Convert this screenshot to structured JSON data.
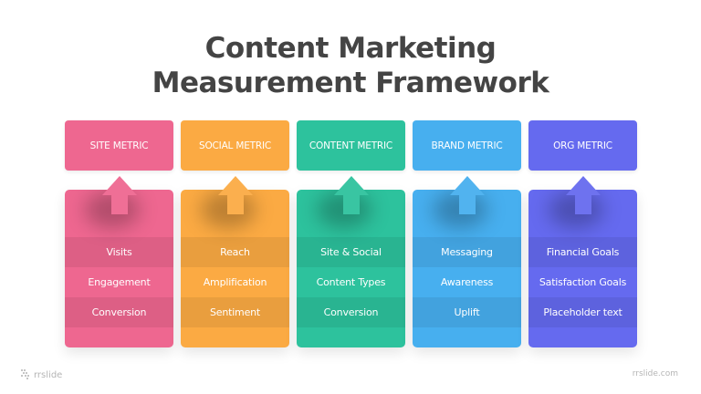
{
  "title": {
    "line1": "Content Marketing",
    "line2": "Measurement Framework"
  },
  "columns": [
    {
      "heading": "SITE METRIC",
      "color": "#EE6790",
      "items": [
        "Visits",
        "Engagement",
        "Conversion"
      ]
    },
    {
      "heading": "SOCIAL METRIC",
      "color": "#FBAA43",
      "items": [
        "Reach",
        "Amplification",
        "Sentiment"
      ]
    },
    {
      "heading": "CONTENT METRIC",
      "color": "#2DC29D",
      "items": [
        "Site & Social",
        "Content Types",
        "Conversion"
      ]
    },
    {
      "heading": "BRAND METRIC",
      "color": "#47AFEF",
      "items": [
        "Messaging",
        "Awareness",
        "Uplift"
      ]
    },
    {
      "heading": "ORG METRIC",
      "color": "#656AEF",
      "items": [
        "Financial Goals",
        "Satisfaction Goals",
        "Placeholder text"
      ]
    }
  ],
  "footer": {
    "logo_icon": "rrslide-logo-icon",
    "brand": "rrslide",
    "url": "rrslide.com"
  }
}
